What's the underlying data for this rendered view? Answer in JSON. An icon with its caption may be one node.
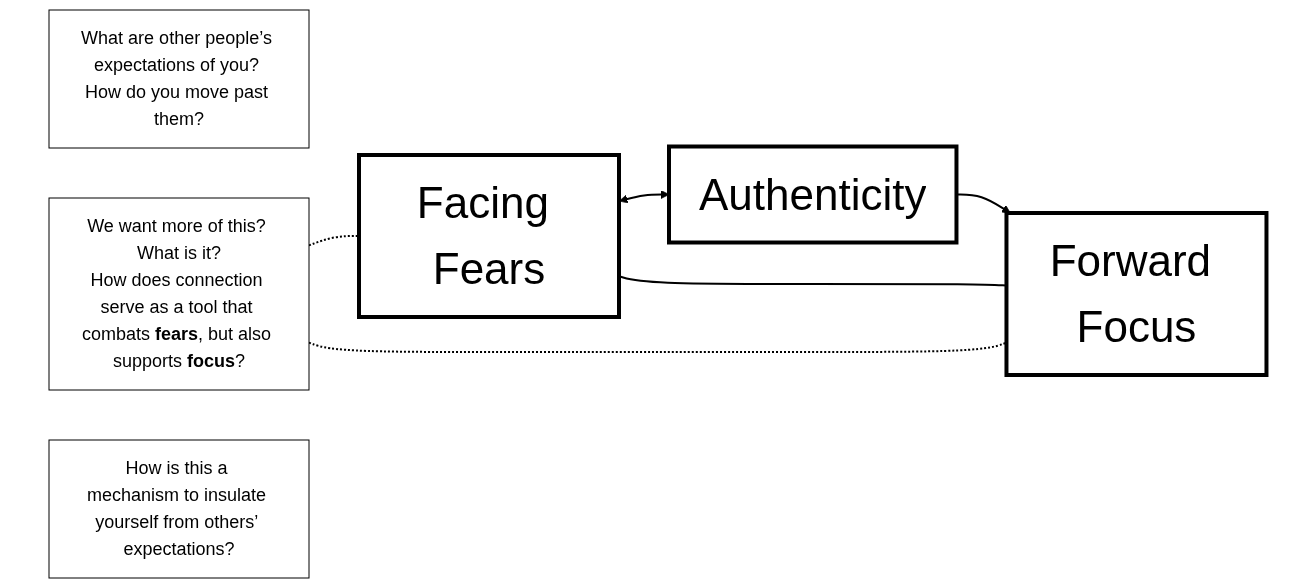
{
  "diagram": {
    "nodes": [
      {
        "text": [
          "Facing Fears"
        ]
      },
      {
        "text": [
          "Authenticity"
        ]
      },
      {
        "text": [
          "Forward Focus"
        ]
      },
      {
        "text": [
          "What are other people’s expectations of you? How do you move past them?"
        ]
      },
      {
        "text": [
          "We want more of this? What is it?",
          "How does connection serve as a tool that combats **fears**, but also supports **focus**?"
        ]
      },
      {
        "text": [
          "How is this a mechanism to insulate yourself from others’ expectations?"
        ]
      }
    ],
    "edges": [
      {
        "from": 0,
        "to": 1,
        "arrow": "both"
      },
      {
        "from": 1,
        "to": 2,
        "arrow": "to"
      },
      {
        "from": 0,
        "to": 2,
        "arrow": "none"
      },
      {
        "from": 4,
        "to": 0,
        "arrow": "none",
        "style": "dashed"
      },
      {
        "from": 4,
        "to": 2,
        "arrow": "none",
        "style": "dashed"
      }
    ]
  }
}
